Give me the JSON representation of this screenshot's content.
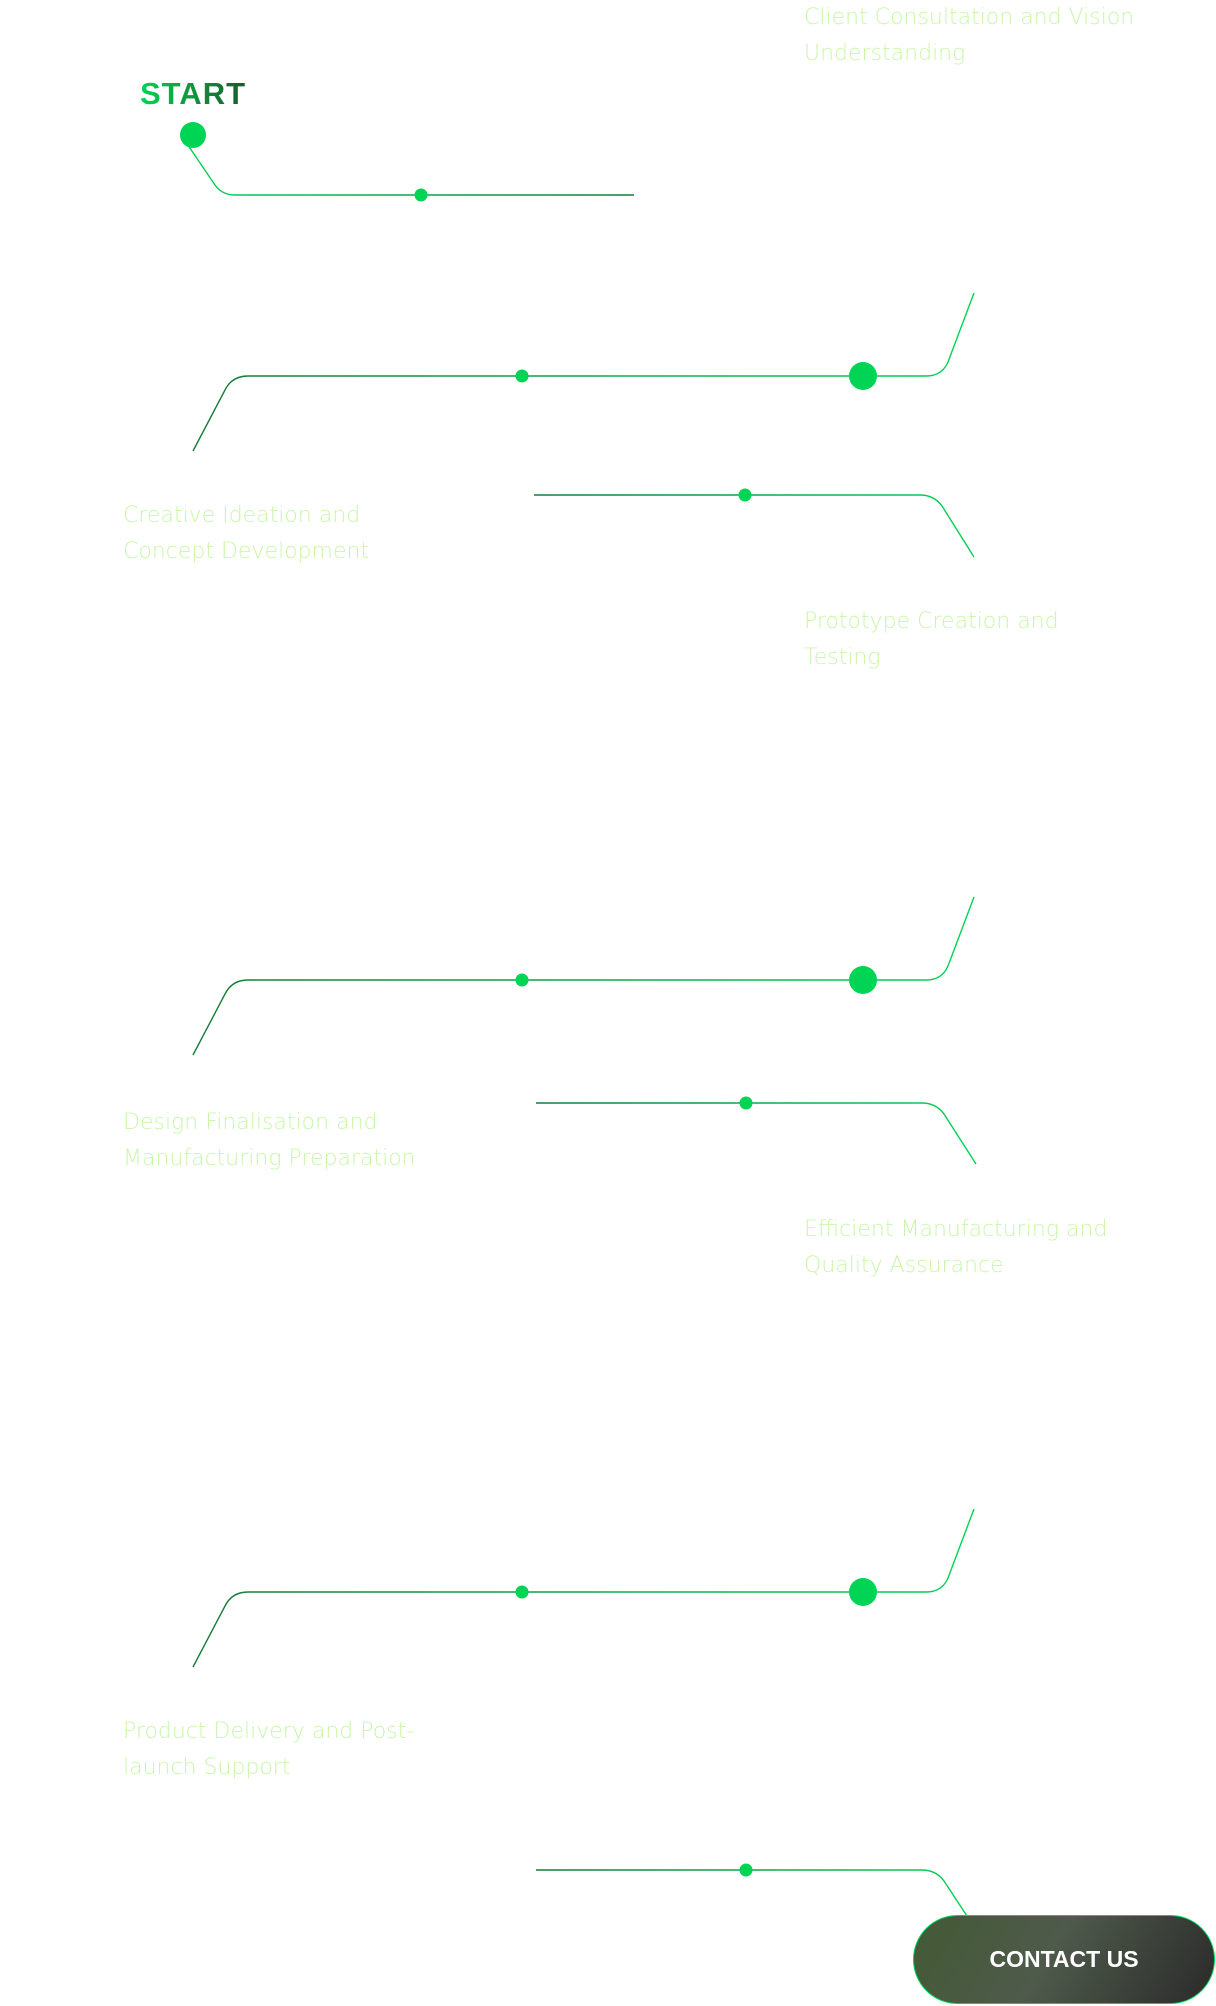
{
  "start_label": "START",
  "steps": [
    {
      "title": "Client Consultation and Vision Understanding"
    },
    {
      "title": "Creative Ideation and Concept Development"
    },
    {
      "title": "Prototype Creation and Testing"
    },
    {
      "title": "Design Finalisation and Manufacturing Preparation"
    },
    {
      "title": "Efficient Manufacturing and Quality Assurance"
    },
    {
      "title": "Product Delivery and Post-launch Support"
    }
  ],
  "cta": {
    "label": "CONTACT US"
  },
  "colors": {
    "accent": "#00d455",
    "dark_green": "#1a7a3a",
    "step_text": "#c8f7a8"
  }
}
